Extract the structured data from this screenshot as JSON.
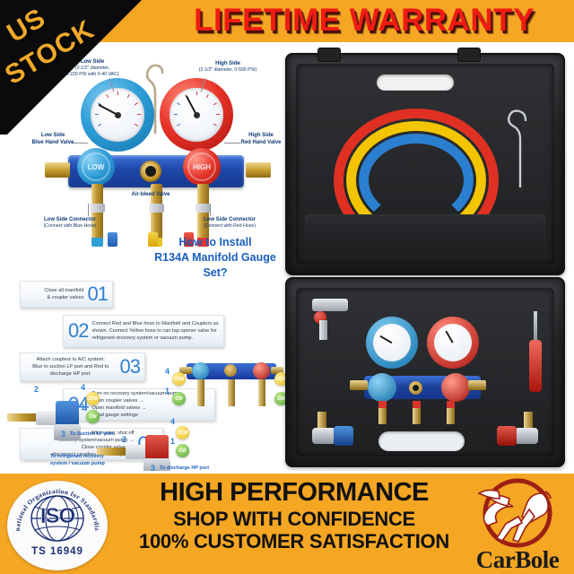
{
  "banner_top": {
    "title": "LIFETIME WARRANTY",
    "bg_color": "#F5A623",
    "text_color": "#EE1C12"
  },
  "corner_ribbon": {
    "line1": "US",
    "line2": "STOCK",
    "bg_color": "#0b0b0b",
    "text_color": "#F0A92B"
  },
  "product_diagram": {
    "callouts": {
      "low_side_gauge": {
        "title": "Low Side",
        "detail_line1": "(2-1/2\" diameter,",
        "detail_line2": "0-220 PSI with 0-40 VAC)"
      },
      "high_side_gauge": {
        "title": "High Side",
        "detail_line1": "(2-1/2\" diameter, 0-500 PSI)"
      },
      "low_valve": {
        "title": "Low Side",
        "detail_line1": "Blue Hand Valve"
      },
      "high_valve": {
        "title": "High Side",
        "detail_line1": "Red Hand Valve"
      },
      "air_bleed": {
        "title": "Air-bleed Valve"
      },
      "left_connector": {
        "title": "Low Side Connector",
        "detail_line1": "(Connect with Blue Hose)"
      },
      "right_connector": {
        "title": "Low Side Connector",
        "detail_line1": "(Connect with Red Hose)"
      }
    },
    "knob_low_label": "LOW",
    "knob_high_label": "HIGH"
  },
  "howto": {
    "line1": "How to Install",
    "line2": "R134A Manifold Gauge Set?",
    "steps": [
      {
        "number": "01",
        "text": "Close all manifold\n& coupler valves"
      },
      {
        "number": "02",
        "text": "Connect Red and Blue hose to Manifold and Couplers as shown. Connect Yellow hose to can tap opener valve for refrigerant recovery system or vacuum pump."
      },
      {
        "number": "03",
        "text": "Attach couplers to A/C system:\nBlue to suction LP port and Red to discharge HP port."
      },
      {
        "number": "04",
        "text": "Turn on recovery system/vacuum pump.\nOpen coupler valves →\nOpen manifold valves →\nRead gauge settings"
      },
      {
        "number": "05",
        "text": "After using, shut off\nrecovery system/vacuum pump →\nClose coupler valves →\ndisconnect couplers from A/C system"
      }
    ]
  },
  "coupler_diagram": {
    "labels": {
      "suction": "To Suction LP port",
      "discharge": "To discharge HP port",
      "recovery_line1": "To refrigerant recovery",
      "recovery_line2": "system / vacuum pump"
    },
    "badges": {
      "cw_text": "CW",
      "ccw_text": "CCW",
      "cw_number": "1",
      "ccw_number": "4",
      "step2_number": "2",
      "step3_number": "3"
    },
    "colors": {
      "cw": "#57a93a",
      "ccw": "#e8c32a",
      "number": "#2f7fd1"
    }
  },
  "case_photos": {
    "top_case_contents": [
      "red-hose",
      "yellow-hose",
      "blue-hose",
      "wire-hook"
    ],
    "bottom_case_contents": [
      "manifold-gauge-set",
      "can-tap-valve",
      "blue-coupler",
      "red-coupler",
      "valve-core-tool"
    ],
    "hose_colors": {
      "red": "#e03024",
      "yellow": "#f2c500",
      "blue": "#2b7fd0"
    }
  },
  "banner_bottom": {
    "iso": {
      "arc_text": "International Organization for Standardization",
      "main": "ISO",
      "standard": "TS  16949"
    },
    "line1": "HIGH PERFORMANCE",
    "line2": "SHOP WITH CONFIDENCE",
    "line3": "100% CUSTOMER SATISFACTION",
    "brand_name": "CarBole",
    "brand_icon": "pegasus-logo",
    "bg_color": "#F5A623"
  }
}
